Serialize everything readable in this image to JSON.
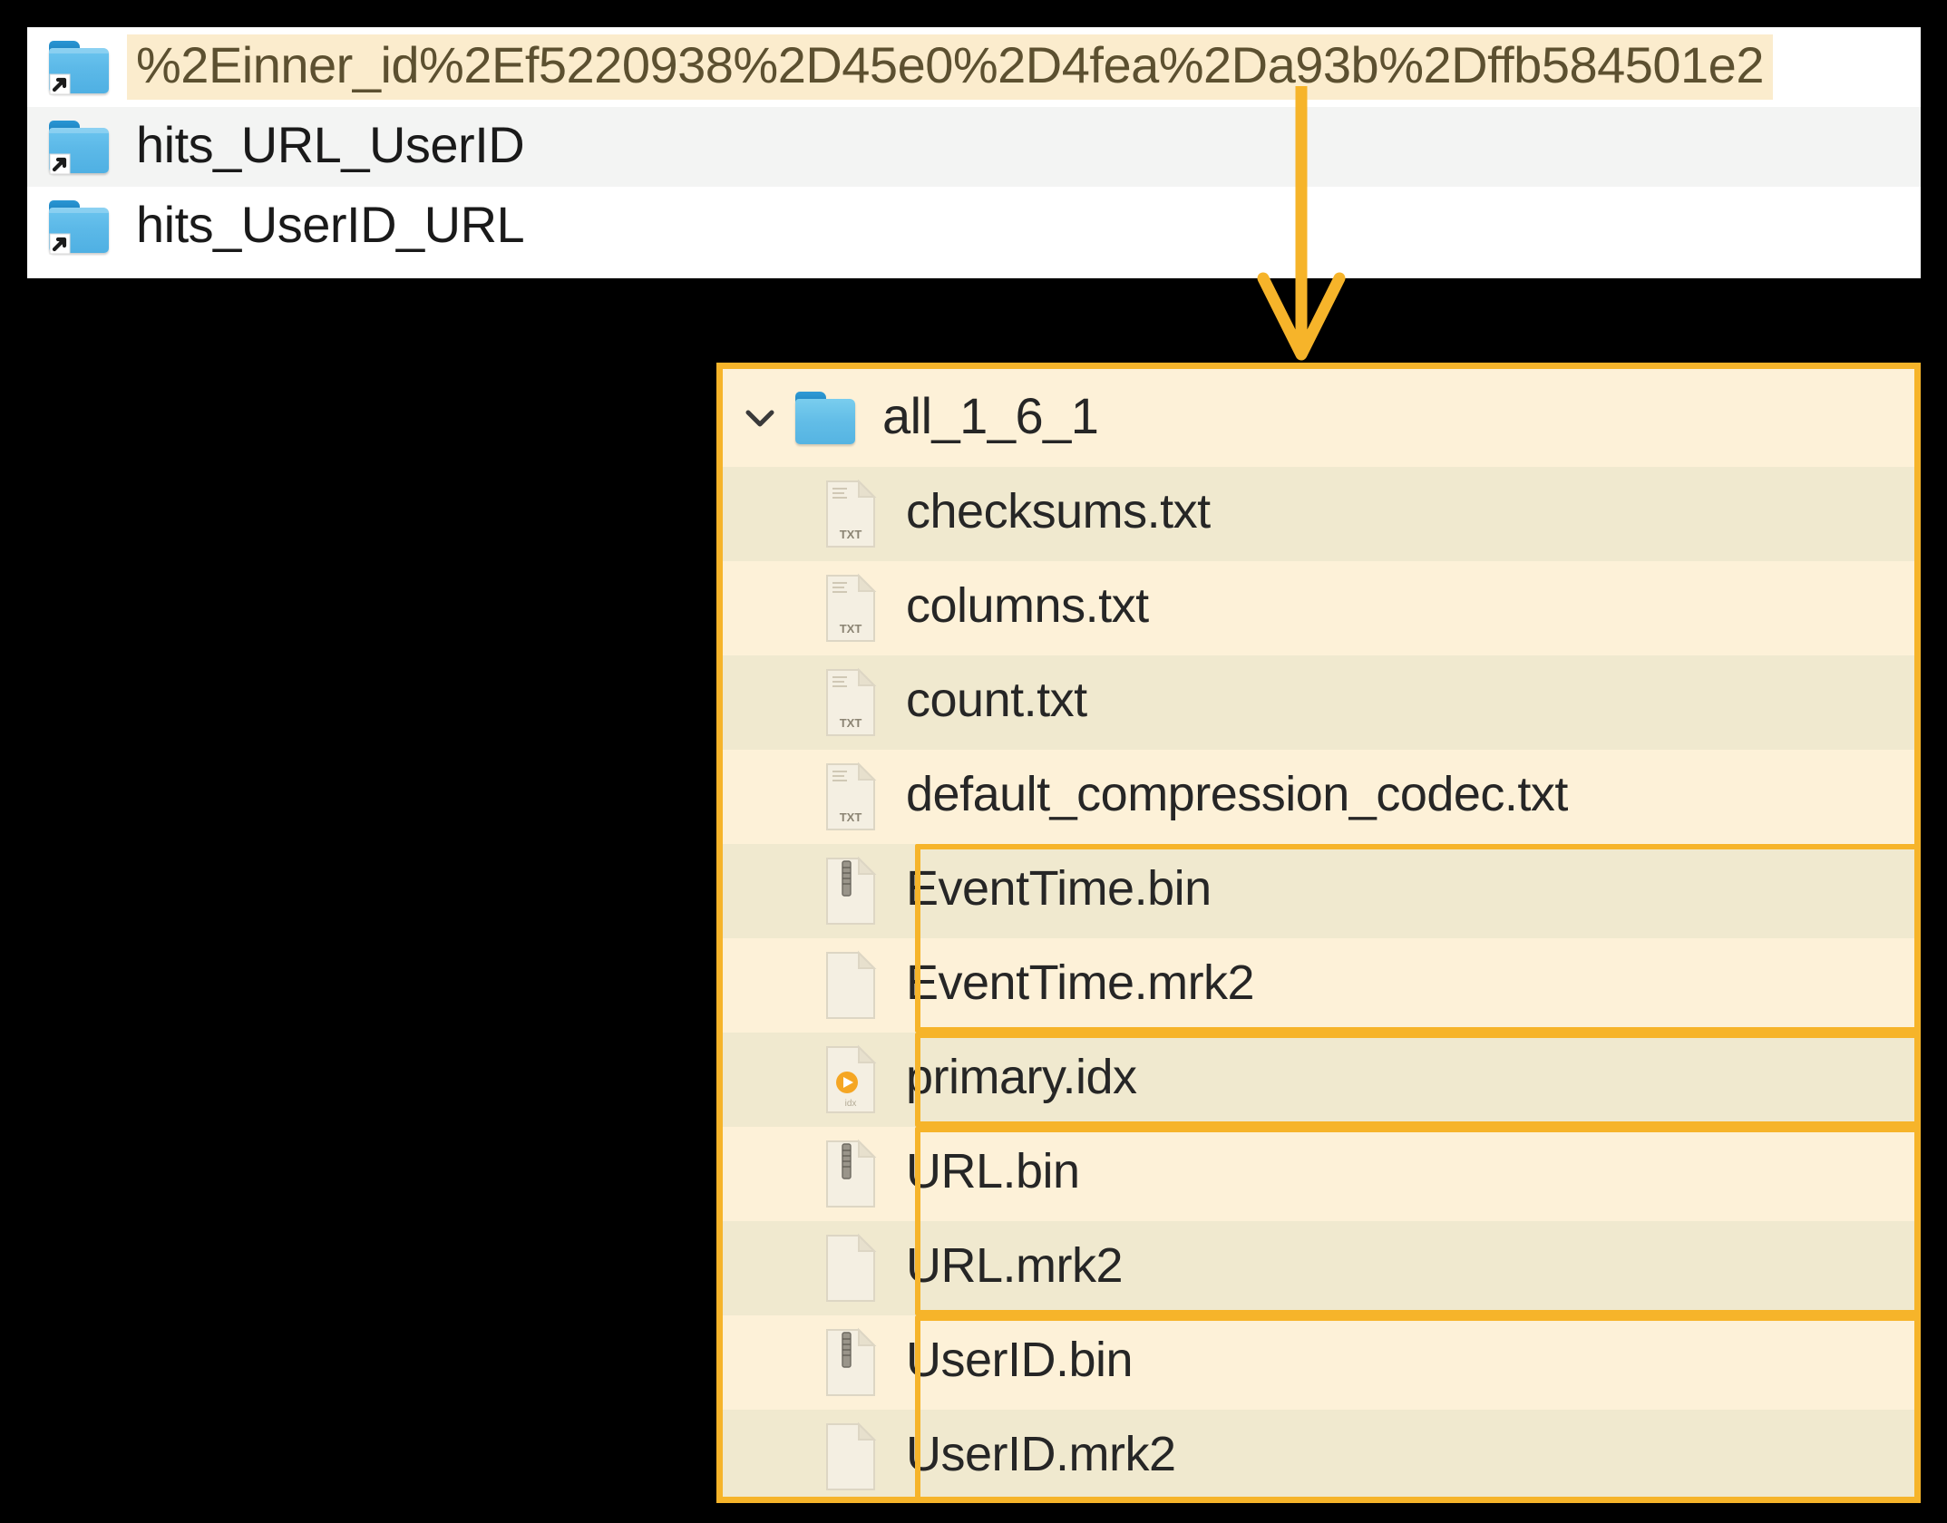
{
  "symlink_list": {
    "items": [
      {
        "label": "%2Einner_id%2Ef5220938%2D45e0%2D4fea%2Da93b%2Dffb584501e2",
        "icon": "folder-shortcut-icon",
        "highlighted": true
      },
      {
        "label": "hits_URL_UserID",
        "icon": "folder-shortcut-icon",
        "highlighted": false
      },
      {
        "label": "hits_UserID_URL",
        "icon": "folder-shortcut-icon",
        "highlighted": false
      }
    ]
  },
  "part_directory": {
    "expand_icon": "chevron-down-icon",
    "folder_icon": "folder-icon",
    "name": "all_1_6_1",
    "files": [
      {
        "name": "checksums.txt",
        "icon": "txt-file-icon",
        "highlighted": false
      },
      {
        "name": "columns.txt",
        "icon": "txt-file-icon",
        "highlighted": false
      },
      {
        "name": "count.txt",
        "icon": "txt-file-icon",
        "highlighted": false
      },
      {
        "name": "default_compression_codec.txt",
        "icon": "txt-file-icon",
        "highlighted": false
      },
      {
        "name": "EventTime.bin",
        "icon": "bin-file-icon",
        "highlighted": true
      },
      {
        "name": "EventTime.mrk2",
        "icon": "blank-file-icon",
        "highlighted": true
      },
      {
        "name": "primary.idx",
        "icon": "idx-file-icon",
        "highlighted": true
      },
      {
        "name": "URL.bin",
        "icon": "bin-file-icon",
        "highlighted": true
      },
      {
        "name": "URL.mrk2",
        "icon": "blank-file-icon",
        "highlighted": true
      },
      {
        "name": "UserID.bin",
        "icon": "bin-file-icon",
        "highlighted": true
      },
      {
        "name": "UserID.mrk2",
        "icon": "blank-file-icon",
        "highlighted": true
      }
    ],
    "highlight_groups": [
      {
        "label": "EventTime-group",
        "start": 4,
        "end": 5
      },
      {
        "label": "primary-idx-group",
        "start": 6,
        "end": 6
      },
      {
        "label": "URL-group",
        "start": 7,
        "end": 8
      },
      {
        "label": "UserID-group",
        "start": 9,
        "end": 10
      }
    ]
  },
  "connector": {
    "icon": "down-arrow-annotation"
  },
  "colors": {
    "accent": "#f6b42a",
    "panel_bg": "#fdf1d8",
    "row_alt_bg": "#f0e9cf",
    "highlight_row_bg": "#fbeccd",
    "highlight_row_text": "#5c5030",
    "list_alt_bg": "#f3f4f3",
    "folder_blue": "#5cb9e8",
    "text": "#262626"
  }
}
